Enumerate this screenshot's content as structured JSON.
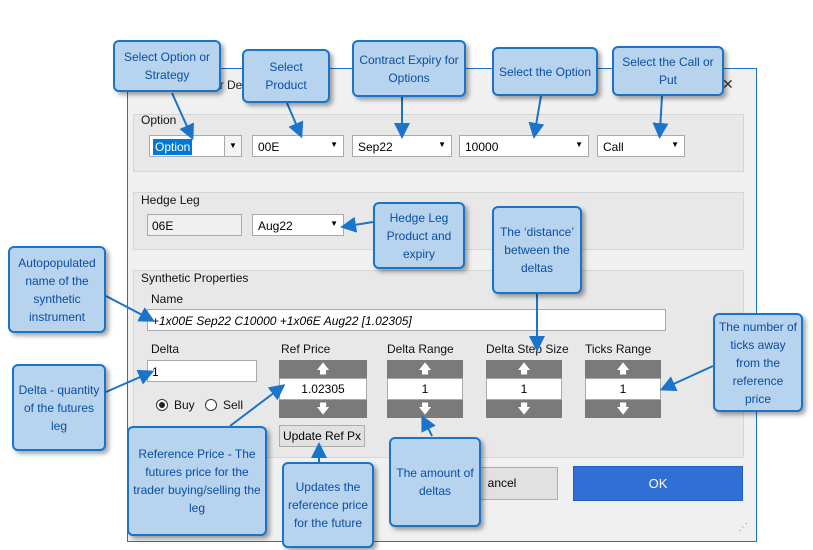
{
  "window": {
    "title_fragment": "er De",
    "close_glyph": "✕"
  },
  "option_group": {
    "label": "Option",
    "type": "Option",
    "product": "00E",
    "expiry": "Sep22",
    "strike": "10000",
    "call_put": "Call"
  },
  "hedge_group": {
    "label": "Hedge Leg",
    "product": "06E",
    "expiry": "Aug22"
  },
  "synthetic": {
    "label": "Synthetic Properties",
    "name_label": "Name",
    "name_value": "+1x00E Sep22 C10000 +1x06E Aug22 [1.02305]",
    "delta_label": "Delta",
    "delta_value": "1",
    "buy_label": "Buy",
    "sell_label": "Sell",
    "ref_price_label": "Ref Price",
    "ref_price_value": "1.02305",
    "delta_range_label": "Delta Range",
    "delta_range_value": "1",
    "delta_step_label": "Delta Step Size",
    "delta_step_value": "1",
    "ticks_range_label": "Ticks Range",
    "ticks_range_value": "1",
    "update_ref_label": "Update Ref Px"
  },
  "footer": {
    "cancel_label": "ancel",
    "ok_label": "OK"
  },
  "callouts": {
    "select_option": "Select Option or Strategy",
    "select_product": "Select Product",
    "contract_expiry": "Contract Expiry for Options",
    "select_the_option": "Select the Option",
    "select_call_put": "Select the Call or Put",
    "hedge_leg": "Hedge Leg Product and expiry",
    "distance": "The ‘distance’ between the deltas",
    "autopopulated": "Autopopulated name of the synthetic instrument",
    "ticks_away": "The number of ticks away from the reference price",
    "delta_qty": "Delta - quantity of the futures leg",
    "ref_price": "Reference Price - The futures price for the trader buying/selling the leg",
    "updates_ref": "Updates the reference price for the future",
    "amount_deltas": "The amount of deltas"
  },
  "colors": {
    "callout_fill": "#b7d3ee",
    "callout_border": "#1a74c9",
    "ok_button": "#2f6fd6",
    "spin_button": "#7a7a7a"
  },
  "icons": {
    "dropdown": "chevron-down-icon",
    "spin_up": "arrow-up-icon",
    "spin_down": "arrow-down-icon",
    "close": "close-icon",
    "resize": "resize-grip-icon"
  }
}
